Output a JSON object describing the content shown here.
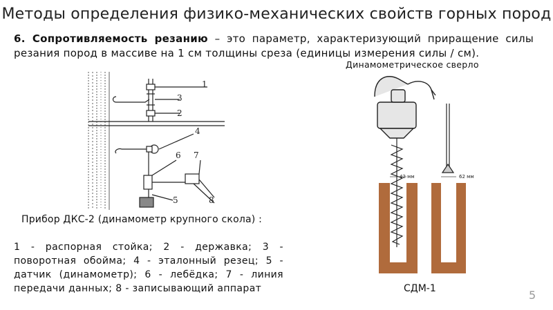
{
  "slide": {
    "title": "Методы определения физико-механических свойств горных пород",
    "number": "5"
  },
  "definition": {
    "term": "6. Сопротивляемость резанию",
    "text": " – это параметр, характеризующий приращение силы резания пород в массиве на 1 см толщины среза (единицы измерения силы / см)."
  },
  "left_figure": {
    "callouts": [
      "1",
      "3",
      "2",
      "4",
      "6",
      "7",
      "5",
      "8"
    ],
    "caption": "Прибор ДКС-2 (динамометр крупного скола) :",
    "legend": "1 - распорная стойка; 2 - державка; 3 - поворотная обойма; 4 - эталонный резец; 5 - датчик (динамометр); 6 - лебёдка; 7 - линия передачи данных; 8 - записывающий аппарат"
  },
  "right_figure": {
    "label": "Динамометрическое сверло",
    "dim_left": "42 мм",
    "dim_right": "62 мм",
    "caption": "СДМ-1",
    "colors": {
      "borehole": "#b06b3c",
      "steel": "#dcdcdc"
    }
  }
}
